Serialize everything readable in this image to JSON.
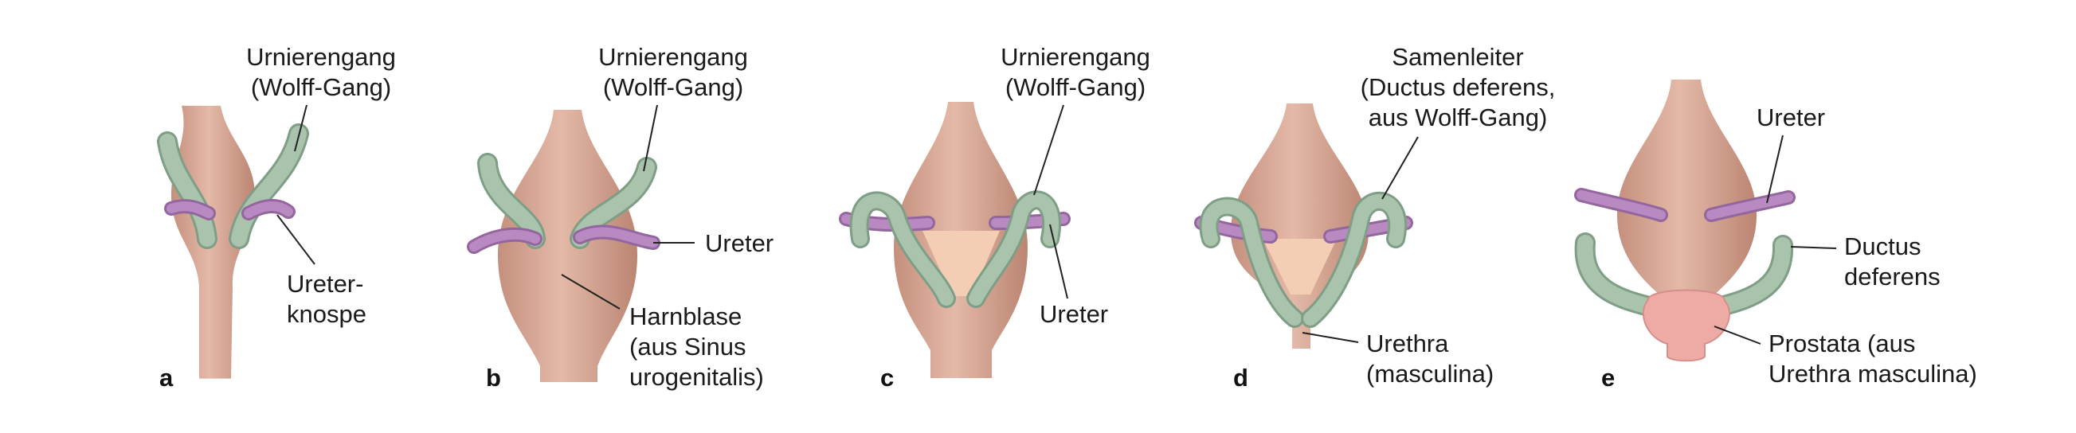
{
  "colors": {
    "bladder": "#d9a896",
    "bladder_shadow": "#c08d7c",
    "wolff_duct": "#a9c3ad",
    "wolff_duct_dark": "#7e9e86",
    "ureter": "#b98ac2",
    "ureter_dark": "#93679e",
    "trigone": "#f3cdb4",
    "prostate": "#eeaaa5"
  },
  "panels": [
    {
      "letter": "a",
      "labels": {
        "top_line1": "Urnierengang",
        "top_line2": "(Wolff-Gang)",
        "side_line1": "Ureter-",
        "side_line2": "knospe"
      }
    },
    {
      "letter": "b",
      "labels": {
        "top_line1": "Urnierengang",
        "top_line2": "(Wolff-Gang)",
        "ureter": "Ureter",
        "bladder_line1": "Harnblase",
        "bladder_line2": "(aus Sinus",
        "bladder_line3": "urogenitalis)"
      }
    },
    {
      "letter": "c",
      "labels": {
        "top_line1": "Urnierengang",
        "top_line2": "(Wolff-Gang)",
        "ureter": "Ureter"
      }
    },
    {
      "letter": "d",
      "labels": {
        "top_line1": "Samenleiter",
        "top_line2": "(Ductus deferens,",
        "top_line3": "aus Wolff-Gang)",
        "urethra_line1": "Urethra",
        "urethra_line2": "(masculina)"
      }
    },
    {
      "letter": "e",
      "labels": {
        "ureter": "Ureter",
        "ductus_line1": "Ductus",
        "ductus_line2": "deferens",
        "prostata_line1": "Prostata (aus",
        "prostata_line2": "Urethra masculina)"
      }
    }
  ]
}
